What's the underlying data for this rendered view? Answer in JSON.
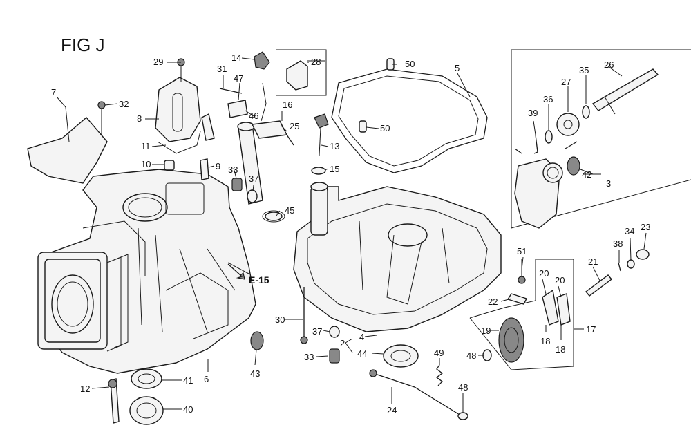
{
  "figure": {
    "title": "FIG J",
    "reference": "E-15"
  },
  "callouts": [
    {
      "id": "c29",
      "text": "29"
    },
    {
      "id": "c14",
      "text": "14"
    },
    {
      "id": "c28",
      "text": "28"
    },
    {
      "id": "c50a",
      "text": "50"
    },
    {
      "id": "c5",
      "text": "5"
    },
    {
      "id": "c26",
      "text": "26"
    },
    {
      "id": "c35",
      "text": "35"
    },
    {
      "id": "c27",
      "text": "27"
    },
    {
      "id": "c31",
      "text": "31"
    },
    {
      "id": "c47",
      "text": "47"
    },
    {
      "id": "c36",
      "text": "36"
    },
    {
      "id": "c7",
      "text": "7"
    },
    {
      "id": "c32",
      "text": "32"
    },
    {
      "id": "c46",
      "text": "46"
    },
    {
      "id": "c16",
      "text": "16"
    },
    {
      "id": "c39",
      "text": "39"
    },
    {
      "id": "c8",
      "text": "8"
    },
    {
      "id": "c25",
      "text": "25"
    },
    {
      "id": "c50b",
      "text": "50"
    },
    {
      "id": "c11",
      "text": "11"
    },
    {
      "id": "c13",
      "text": "13"
    },
    {
      "id": "c10",
      "text": "10"
    },
    {
      "id": "c9",
      "text": "9"
    },
    {
      "id": "c33a",
      "text": "33"
    },
    {
      "id": "c15",
      "text": "15"
    },
    {
      "id": "c42",
      "text": "42"
    },
    {
      "id": "c3",
      "text": "3"
    },
    {
      "id": "c37a",
      "text": "37"
    },
    {
      "id": "c45",
      "text": "45"
    },
    {
      "id": "c34",
      "text": "34"
    },
    {
      "id": "c23",
      "text": "23"
    },
    {
      "id": "c38",
      "text": "38"
    },
    {
      "id": "c51",
      "text": "51"
    },
    {
      "id": "c21",
      "text": "21"
    },
    {
      "id": "c20a",
      "text": "20"
    },
    {
      "id": "c20b",
      "text": "20"
    },
    {
      "id": "c22",
      "text": "22"
    },
    {
      "id": "c30",
      "text": "30"
    },
    {
      "id": "c37b",
      "text": "37"
    },
    {
      "id": "c4",
      "text": "4"
    },
    {
      "id": "c2",
      "text": "2"
    },
    {
      "id": "c19",
      "text": "19"
    },
    {
      "id": "c17",
      "text": "17"
    },
    {
      "id": "c18a",
      "text": "18"
    },
    {
      "id": "c18b",
      "text": "18"
    },
    {
      "id": "c43",
      "text": "43"
    },
    {
      "id": "c33b",
      "text": "33"
    },
    {
      "id": "c44",
      "text": "44"
    },
    {
      "id": "c49",
      "text": "49"
    },
    {
      "id": "c48a",
      "text": "48"
    },
    {
      "id": "c12",
      "text": "12"
    },
    {
      "id": "c41",
      "text": "41"
    },
    {
      "id": "c6",
      "text": "6"
    },
    {
      "id": "c24",
      "text": "24"
    },
    {
      "id": "c48b",
      "text": "48"
    },
    {
      "id": "c40",
      "text": "40"
    }
  ]
}
